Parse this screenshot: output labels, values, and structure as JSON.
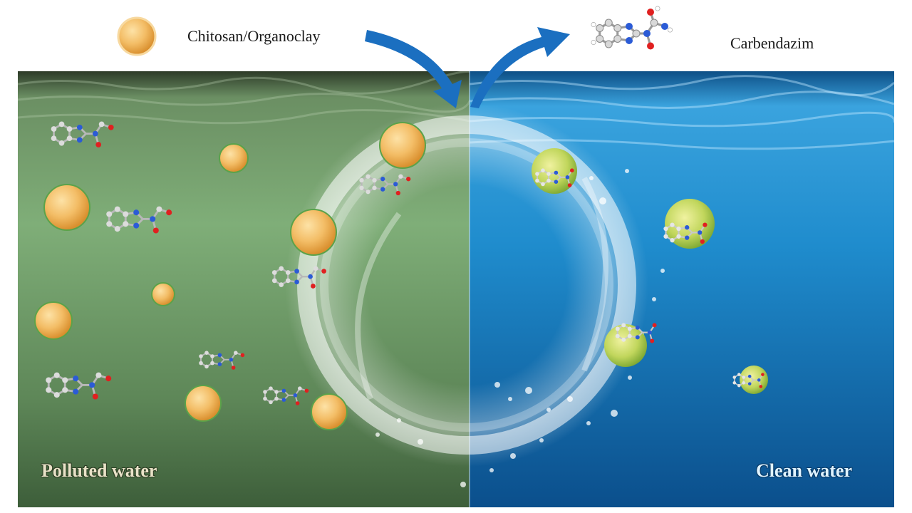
{
  "header": {
    "adsorbent_label": "Chitosan/Organoclay",
    "pollutant_label": "Carbendazim"
  },
  "panels": {
    "left_label": "Polluted water",
    "right_label": "Clean water"
  },
  "colors": {
    "polluted_water": "#5f8f5a",
    "clean_water": "#1f86c4",
    "bead": "#f2b860",
    "loaded_bead": "#b9d65a",
    "arrow": "#1b6fc0",
    "carbon_atom": "#d8d8d8",
    "nitrogen_atom": "#2b5bd6",
    "oxygen_atom": "#e02020"
  }
}
